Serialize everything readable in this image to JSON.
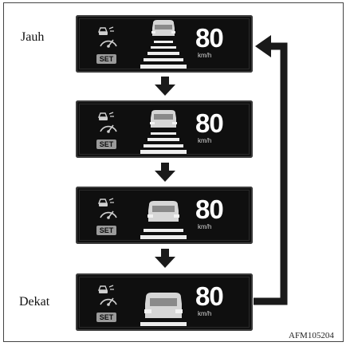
{
  "labels": {
    "far": "Jauh",
    "near": "Dekat"
  },
  "panels": [
    {
      "speed": "80",
      "unit": "km/h",
      "badge": "SET",
      "distance_level": 4
    },
    {
      "speed": "80",
      "unit": "km/h",
      "badge": "SET",
      "distance_level": 3
    },
    {
      "speed": "80",
      "unit": "km/h",
      "badge": "SET",
      "distance_level": 2
    },
    {
      "speed": "80",
      "unit": "km/h",
      "badge": "SET",
      "distance_level": 1
    }
  ],
  "footer_code": "AFM105204",
  "colors": {
    "panel_bg": "#0f0f0f",
    "arrow": "#1a1a1a",
    "text": "#ffffff"
  }
}
